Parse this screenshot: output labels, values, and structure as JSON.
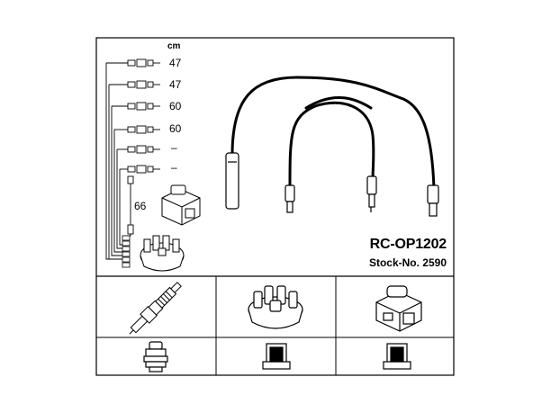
{
  "header": {
    "unit_label": "cm"
  },
  "lead_lengths": [
    {
      "length": "47"
    },
    {
      "length": "47"
    },
    {
      "length": "60"
    },
    {
      "length": "60"
    },
    {
      "length": "–"
    },
    {
      "length": "–"
    }
  ],
  "coil_lead": {
    "length": "66"
  },
  "product": {
    "part_number": "RC-OP1202",
    "stock_number": "Stock-No. 2590"
  },
  "components": {
    "row1": [
      "spark-plug-icon",
      "distributor-cap-icon",
      "ignition-coil-icon"
    ],
    "row2": [
      "plug-boot-icon",
      "cap-terminal-icon",
      "coil-terminal-icon"
    ]
  },
  "colors": {
    "line": "#000000",
    "background": "#ffffff"
  }
}
